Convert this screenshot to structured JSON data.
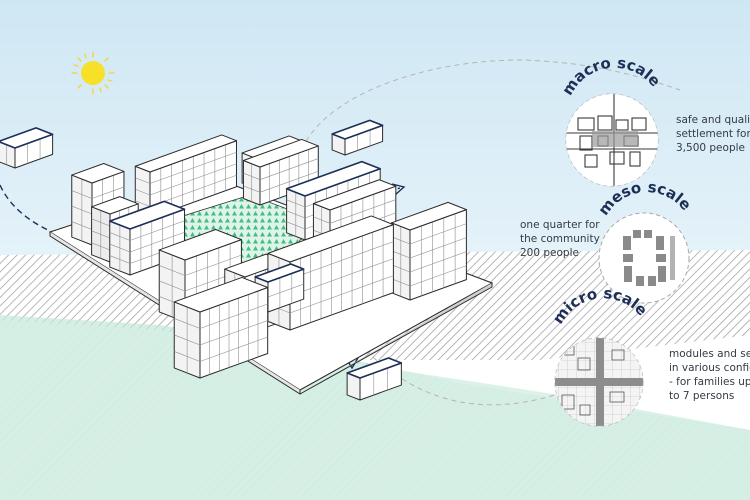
{
  "scales": {
    "macro": {
      "title": "macro scale",
      "lines": [
        "safe and quality",
        "settlement for",
        "3,500 people"
      ]
    },
    "meso": {
      "title": "meso scale",
      "lines": [
        "one quarter for",
        "the community",
        "200 people"
      ]
    },
    "micro": {
      "title": "micro scale",
      "lines": [
        "modules and segments",
        "in various configurations",
        "- for families up",
        "to 7 persons"
      ]
    }
  },
  "colors": {
    "sky": "#dcedf7",
    "ground_green": "#d6efe4",
    "courtyard_green": "#3fbf83",
    "sun": "#f7e02a",
    "accent_navy": "#1c2f57"
  },
  "icons": [
    "sun-icon"
  ]
}
